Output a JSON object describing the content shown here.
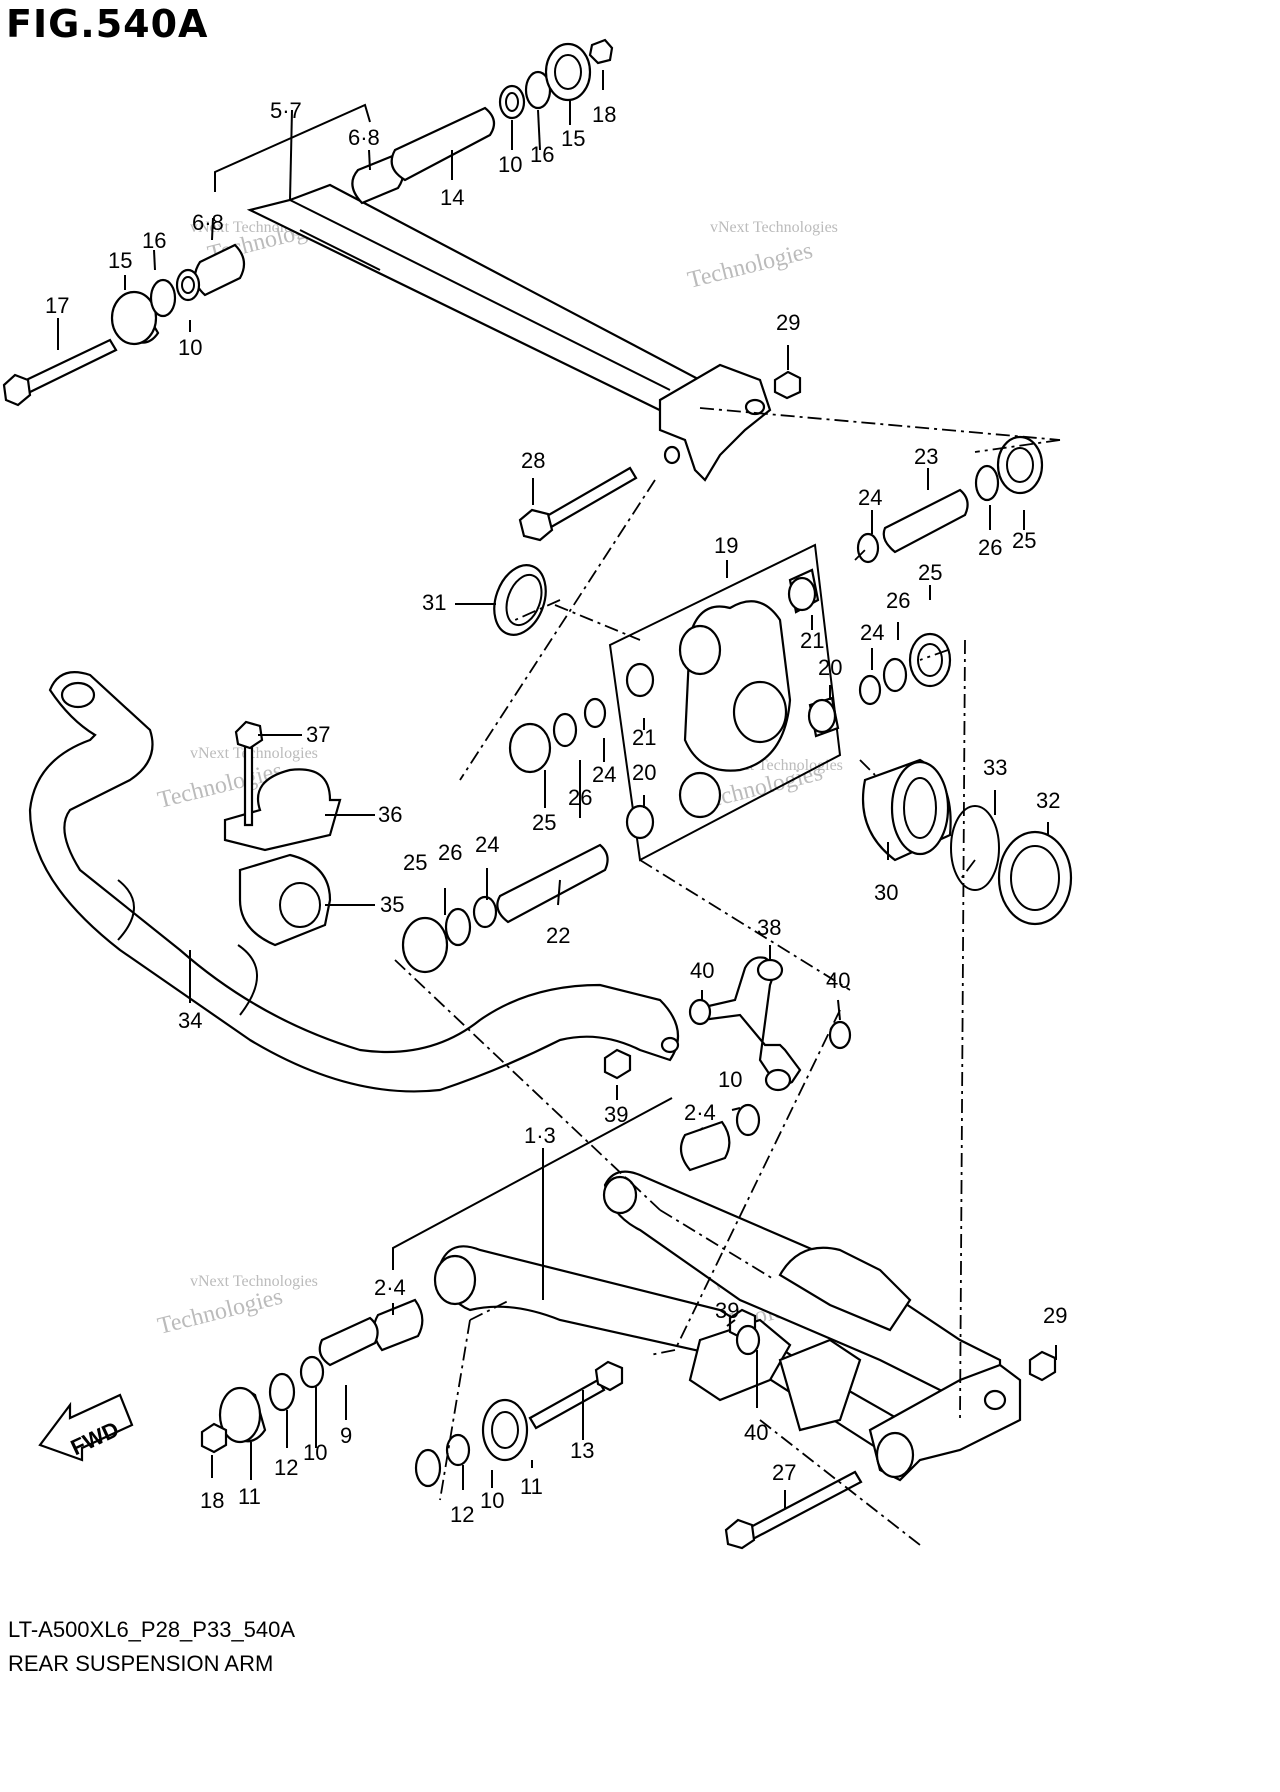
{
  "figure": {
    "title": "FIG.540A"
  },
  "caption": {
    "code": "LT-A500XL6_P28_P33_540A",
    "name": "REAR SUSPENSION ARM"
  },
  "direction_badge": "FWD",
  "watermark": [
    "vNext Technologies",
    "Technologies"
  ],
  "callouts": [
    {
      "label": "5·7"
    },
    {
      "label": "6·8"
    },
    {
      "label": "6·8"
    },
    {
      "label": "10"
    },
    {
      "label": "16"
    },
    {
      "label": "15"
    },
    {
      "label": "18"
    },
    {
      "label": "14"
    },
    {
      "label": "15"
    },
    {
      "label": "16"
    },
    {
      "label": "17"
    },
    {
      "label": "10"
    },
    {
      "label": "29"
    },
    {
      "label": "28"
    },
    {
      "label": "23"
    },
    {
      "label": "24"
    },
    {
      "label": "26"
    },
    {
      "label": "25"
    },
    {
      "label": "19"
    },
    {
      "label": "31"
    },
    {
      "label": "25"
    },
    {
      "label": "26"
    },
    {
      "label": "21"
    },
    {
      "label": "24"
    },
    {
      "label": "20"
    },
    {
      "label": "37"
    },
    {
      "label": "21"
    },
    {
      "label": "24"
    },
    {
      "label": "20"
    },
    {
      "label": "33"
    },
    {
      "label": "32"
    },
    {
      "label": "36"
    },
    {
      "label": "25"
    },
    {
      "label": "26"
    },
    {
      "label": "25"
    },
    {
      "label": "26"
    },
    {
      "label": "24"
    },
    {
      "label": "30"
    },
    {
      "label": "35"
    },
    {
      "label": "22"
    },
    {
      "label": "38"
    },
    {
      "label": "40"
    },
    {
      "label": "40"
    },
    {
      "label": "34"
    },
    {
      "label": "39"
    },
    {
      "label": "10"
    },
    {
      "label": "2·4"
    },
    {
      "label": "1·3"
    },
    {
      "label": "2·4"
    },
    {
      "label": "39"
    },
    {
      "label": "29"
    },
    {
      "label": "9"
    },
    {
      "label": "13"
    },
    {
      "label": "40"
    },
    {
      "label": "12"
    },
    {
      "label": "10"
    },
    {
      "label": "27"
    },
    {
      "label": "18"
    },
    {
      "label": "11"
    },
    {
      "label": "12"
    },
    {
      "label": "10"
    },
    {
      "label": "11"
    }
  ]
}
